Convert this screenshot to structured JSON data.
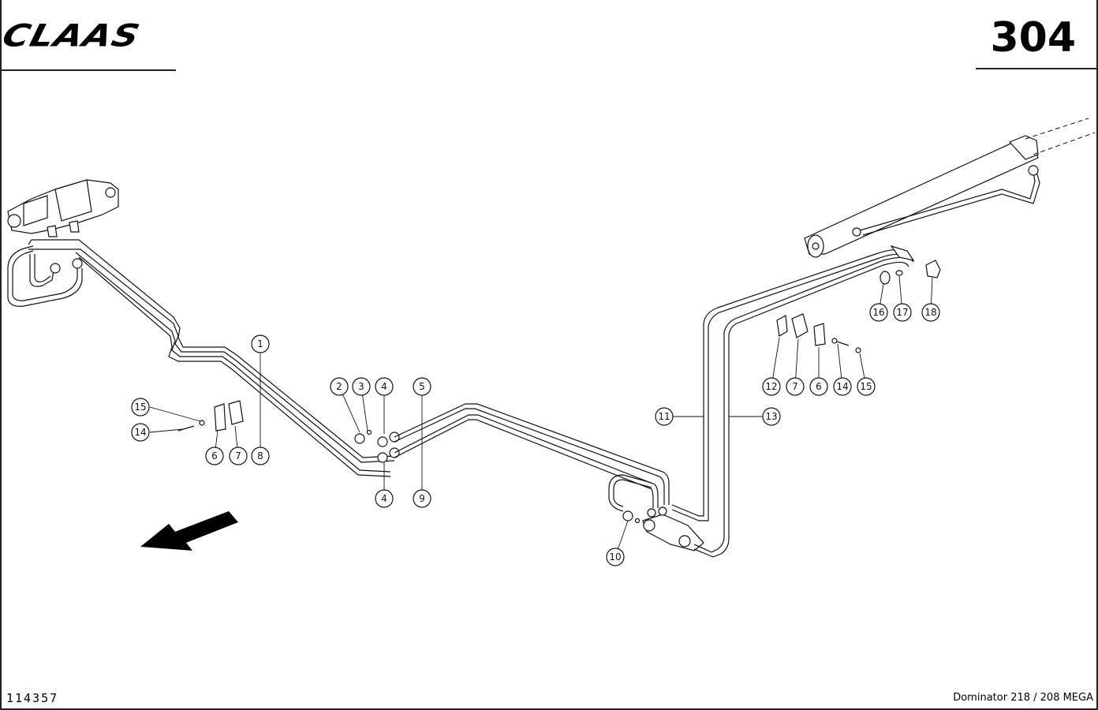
{
  "header": {
    "brand": "CLAAS",
    "page_number": "304"
  },
  "footer": {
    "drawing_number": "114357",
    "model": "Dominator 218 / 208 MEGA"
  },
  "callouts": [
    {
      "id": "c1",
      "label": "1"
    },
    {
      "id": "c2",
      "label": "2"
    },
    {
      "id": "c3",
      "label": "3"
    },
    {
      "id": "c4a",
      "label": "4"
    },
    {
      "id": "c4b",
      "label": "4"
    },
    {
      "id": "c5",
      "label": "5"
    },
    {
      "id": "c6a",
      "label": "6"
    },
    {
      "id": "c7a",
      "label": "7"
    },
    {
      "id": "c8",
      "label": "8"
    },
    {
      "id": "c9",
      "label": "9"
    },
    {
      "id": "c10",
      "label": "10"
    },
    {
      "id": "c11",
      "label": "11"
    },
    {
      "id": "c12",
      "label": "12"
    },
    {
      "id": "c7b",
      "label": "7"
    },
    {
      "id": "c6b",
      "label": "6"
    },
    {
      "id": "c14b",
      "label": "14"
    },
    {
      "id": "c15b",
      "label": "15"
    },
    {
      "id": "c13",
      "label": "13"
    },
    {
      "id": "c14a",
      "label": "14"
    },
    {
      "id": "c15a",
      "label": "15"
    },
    {
      "id": "c16",
      "label": "16"
    },
    {
      "id": "c17",
      "label": "17"
    },
    {
      "id": "c18",
      "label": "18"
    }
  ]
}
